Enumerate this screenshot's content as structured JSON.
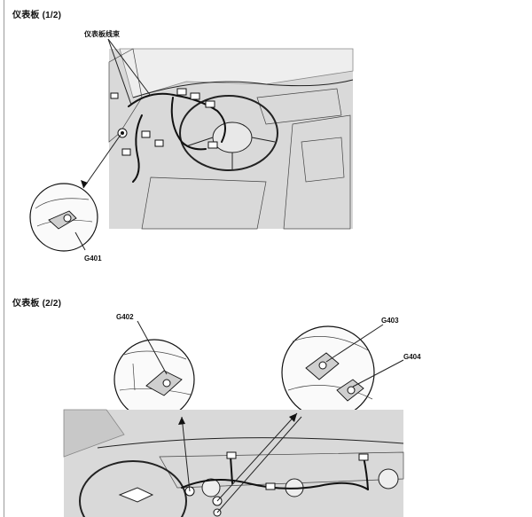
{
  "sections": [
    {
      "title": "仪表板 (1/2)",
      "callouts": [
        "仪表板线束",
        "G401"
      ]
    },
    {
      "title": "仪表板 (2/2)",
      "callouts": [
        "G402",
        "G403",
        "G404"
      ]
    }
  ]
}
